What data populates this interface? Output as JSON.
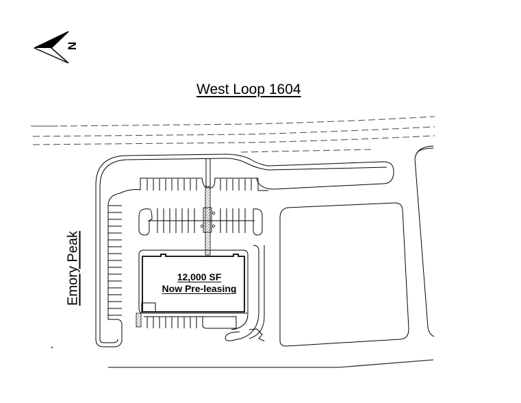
{
  "map": {
    "type": "site-plan",
    "north_arrow": {
      "icon": "north-arrow-icon",
      "label": "N"
    },
    "roads": {
      "top": "West Loop 1604",
      "left": "Emory Peak"
    },
    "building": {
      "area": "12,000 SF",
      "status": "Now Pre-leasing"
    },
    "colors": {
      "background": "#ffffff",
      "lines": "#000000",
      "hatch": "#555555"
    }
  }
}
